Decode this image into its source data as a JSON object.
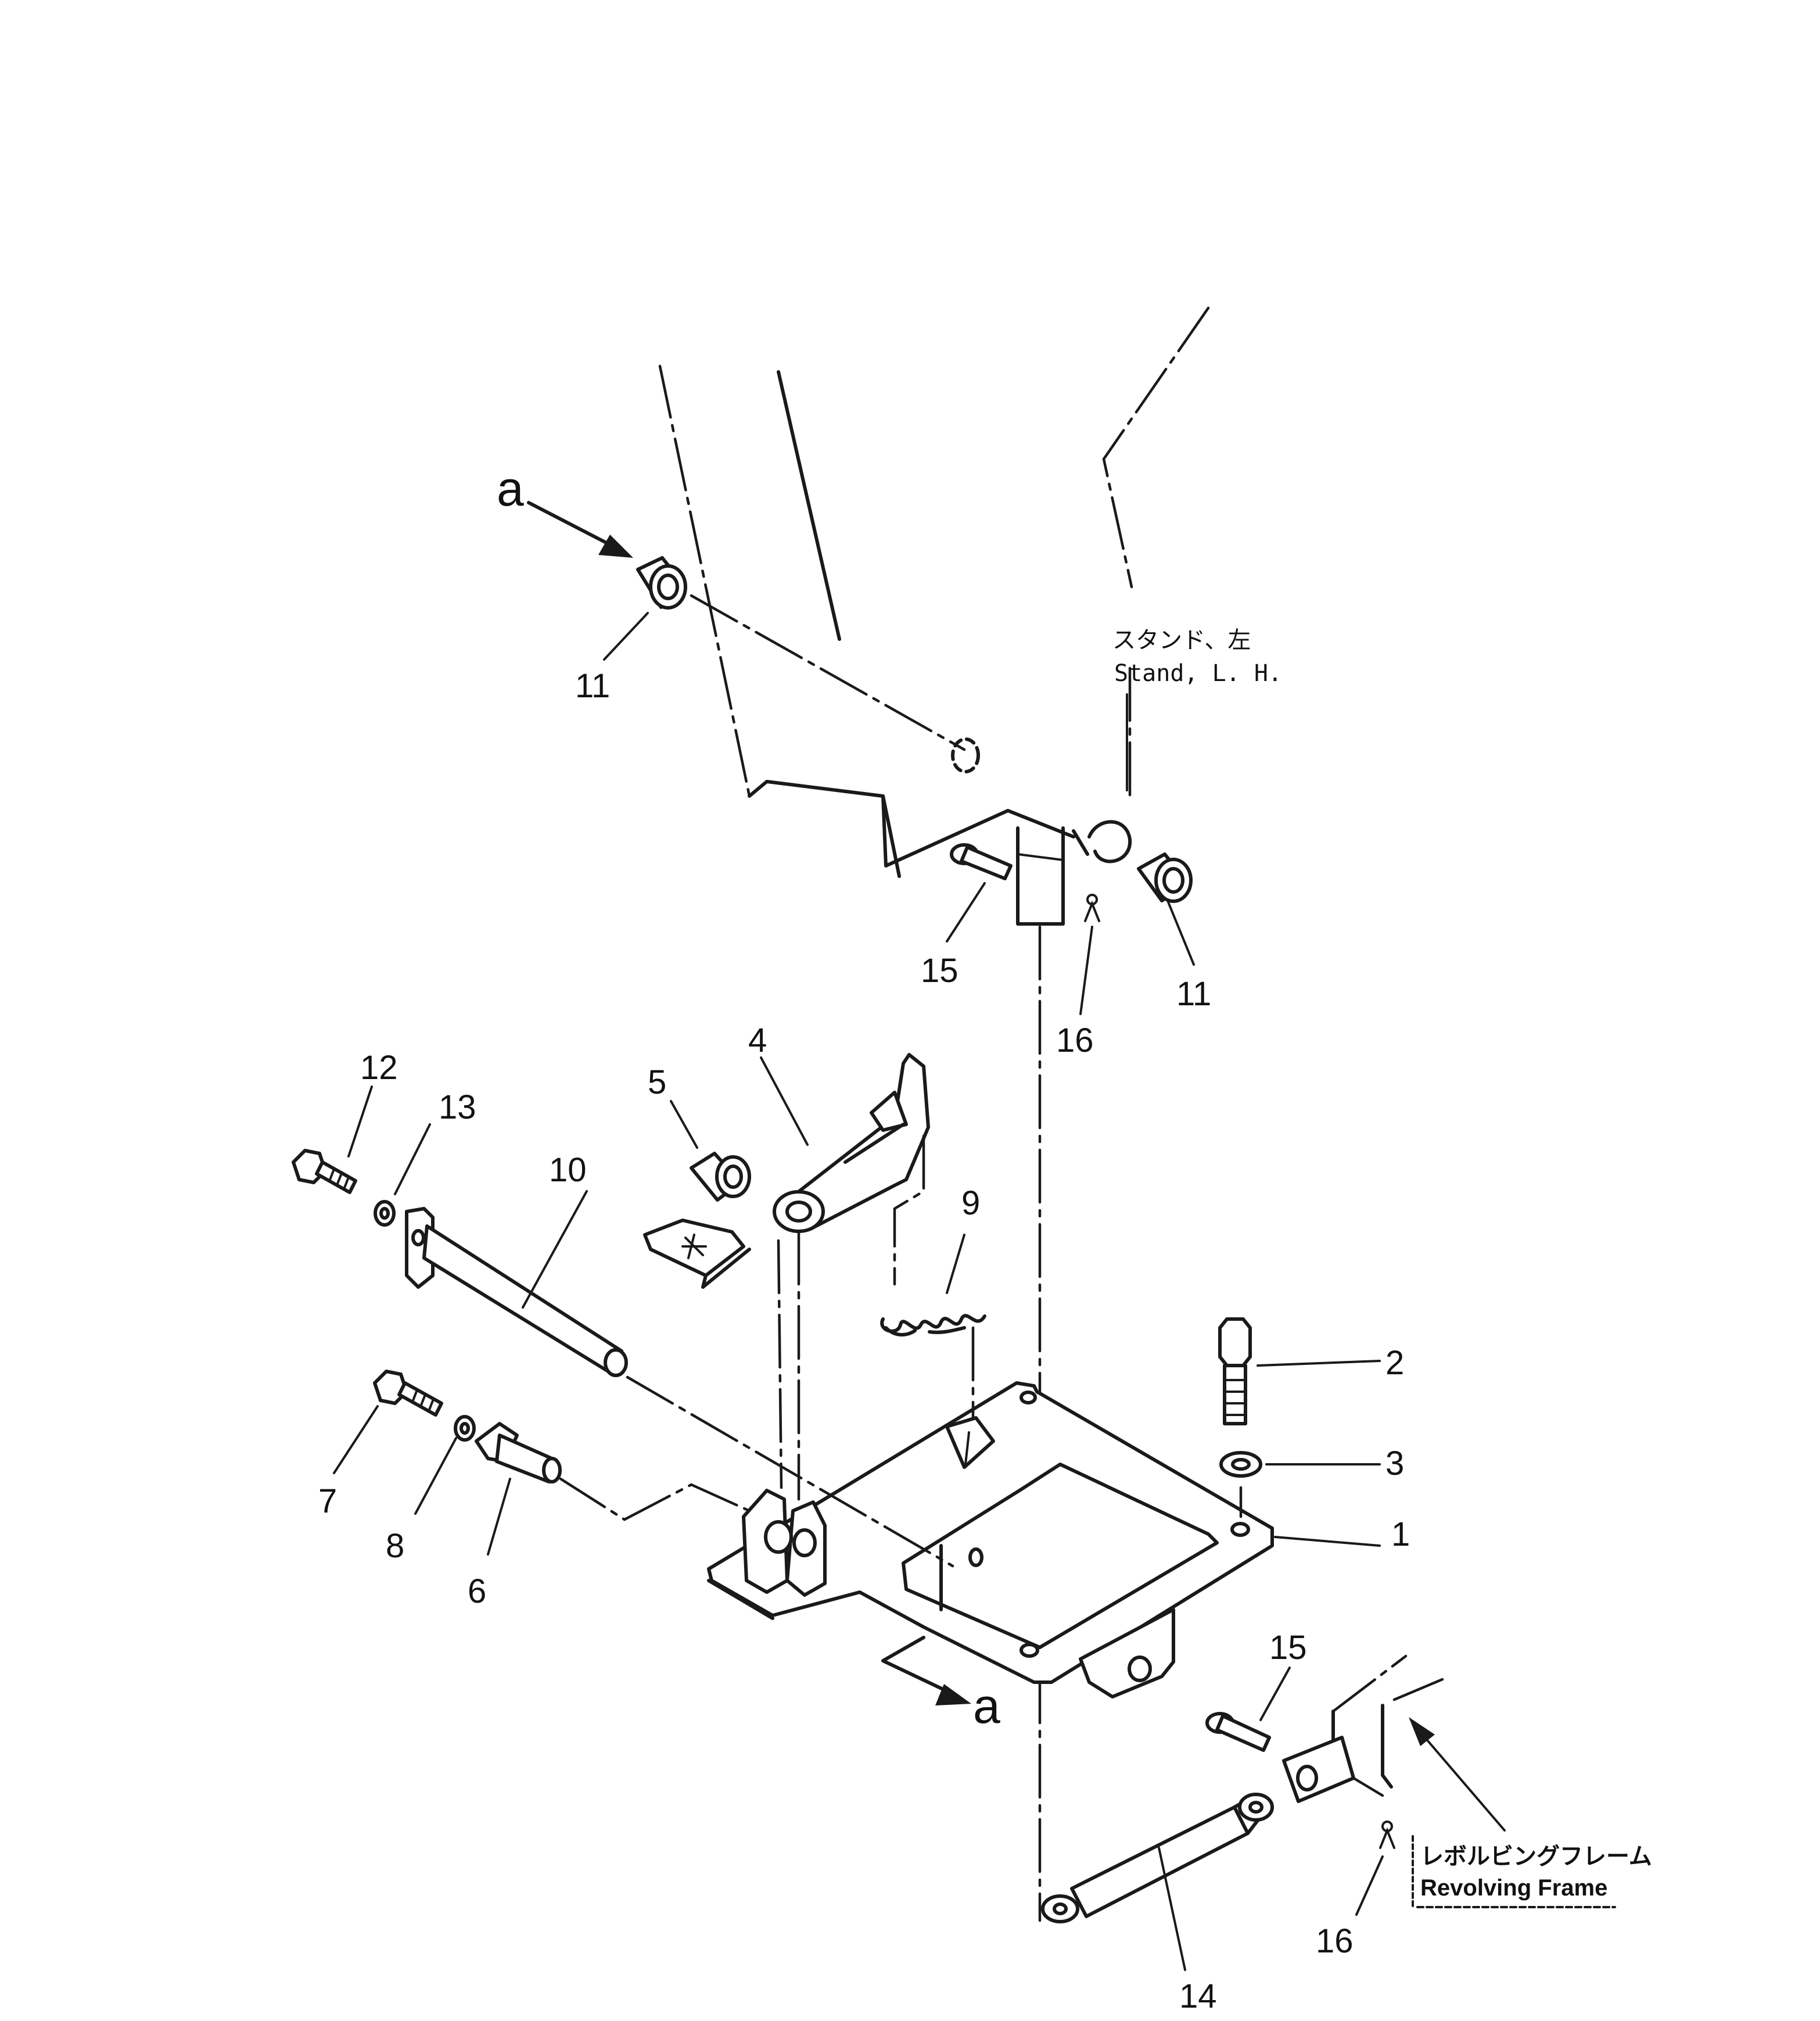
{
  "diagram": {
    "parts": {
      "p1": "1",
      "p2": "2",
      "p3": "3",
      "p4": "4",
      "p5": "5",
      "p6": "6",
      "p7": "7",
      "p8": "8",
      "p9": "9",
      "p10": "10",
      "p11a": "11",
      "p11b": "11",
      "p12": "12",
      "p13": "13",
      "p14": "14",
      "p15a": "15",
      "p15b": "15",
      "p16a": "16",
      "p16b": "16"
    },
    "view_marks": {
      "top": "a",
      "bottom": "a"
    },
    "notes": {
      "stand_jp": "スタンド、左",
      "stand_en": "Stand, L. H.",
      "frame_jp": "レボルビングフレーム",
      "frame_en": "Revolving  Frame"
    }
  }
}
